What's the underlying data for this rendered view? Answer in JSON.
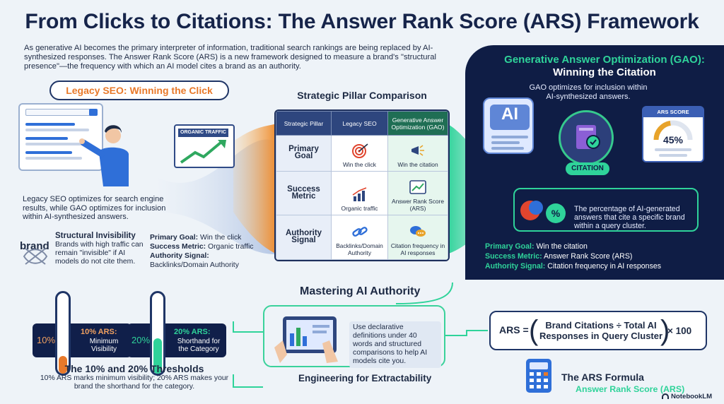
{
  "title": "From Clicks to Citations: The Answer Rank Score (ARS) Framework",
  "intro": "As generative AI becomes the primary interpreter of information, traditional search rankings are being replaced by AI-synthesized responses. The Answer Rank Score (ARS) is a new framework designed to measure a brand's \"structural presence\"—the frequency with which an AI model cites a brand as an authority.",
  "legacy": {
    "heading": "Legacy SEO: Winning the Click",
    "organic_traffic_label": "ORGANIC TRAFFIC",
    "description": "Legacy SEO optimizes for search engine results, while GAO optimizes for inclusion within AI-synthesized answers.",
    "brand_word": "brand",
    "invisibility_title": "Structural Invisibility",
    "invisibility_body": "Brands with high traffic can remain \"invisible\" if AI models do not cite them.",
    "metrics": [
      {
        "label": "Primary Goal:",
        "value": "Win the click"
      },
      {
        "label": "Success Metric:",
        "value": "Organic traffic"
      },
      {
        "label": "Authority Signal:",
        "value": "Backlinks/Domain Authority"
      }
    ]
  },
  "comparison": {
    "heading": "Strategic Pillar Comparison",
    "columns": [
      "Strategic Pillar",
      "Legacy SEO",
      "Generative Answer Optimization (GAO)"
    ],
    "rows": [
      {
        "pillar": "Primary Goal",
        "legacy": "Win the click",
        "gao": "Win the citation",
        "legacy_icon": "target-icon",
        "gao_icon": "megaphone-icon"
      },
      {
        "pillar": "Success Metric",
        "legacy": "Organic traffic",
        "gao": "Answer Rank Score (ARS)",
        "legacy_icon": "bar-chart-icon",
        "gao_icon": "trend-chart-icon"
      },
      {
        "pillar": "Authority Signal",
        "legacy": "Backlinks/Domain Authority",
        "gao": "Citation frequency in AI responses",
        "legacy_icon": "chain-link-icon",
        "gao_icon": "chat-bubbles-icon"
      }
    ]
  },
  "gao": {
    "heading": "Generative Answer Optimization (GAO):",
    "subheading": "Winning the Citation",
    "ai_label": "AI",
    "description": "GAO optimizes for inclusion within AI-synthesized answers.",
    "citation_badge": "CITATION",
    "ars_card_title": "ARS SCORE",
    "ars_card_value": "45%",
    "ars_card_gauge_fraction": 0.45,
    "ars_title": "Answer Rank Score (ARS)",
    "ars_body": "The percentage of AI-generated answers that cite a specific brand within a query cluster.",
    "metrics": [
      {
        "label": "Primary Goal:",
        "value": "Win the citation"
      },
      {
        "label": "Success Metric:",
        "value": "Answer Rank Score (ARS)"
      },
      {
        "label": "Authority Signal:",
        "value": "Citation frequency in AI responses"
      }
    ]
  },
  "mastering": {
    "heading": "Mastering AI Authority",
    "description": "Use declarative definitions under 40 words and structured comparisons to help AI models cite you.",
    "footer": "Engineering for Extractability"
  },
  "thresholds": {
    "items": [
      {
        "pct": "10%",
        "label": "10% ARS:",
        "desc": "Minimum Visibility",
        "fill": 0.1
      },
      {
        "pct": "20%",
        "label": "20% ARS:",
        "desc": "Shorthand for the Category",
        "fill": 0.2
      }
    ],
    "title": "The 10% and 20% Thresholds",
    "body": "10% ARS marks minimum visibility; 20% ARS makes your brand the shorthand for the category."
  },
  "formula": {
    "lhs": "ARS =",
    "numerator": "Brand Citations ÷ Total AI Responses in Query Cluster",
    "rhs": "× 100",
    "title": "The ARS Formula"
  },
  "brand_mark": "NotebookLM",
  "colors": {
    "navy": "#0f1d45",
    "green": "#2fd39a",
    "orange": "#e8792a",
    "blue": "#2e467e"
  }
}
